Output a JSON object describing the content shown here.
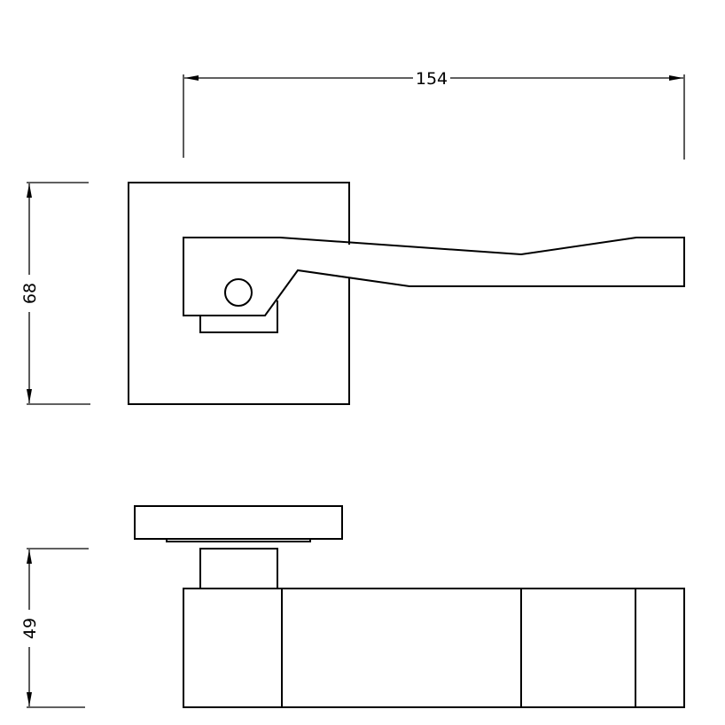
{
  "dimensions": {
    "width_label": "154",
    "height_label": "68",
    "depth_label": "49"
  },
  "colors": {
    "line": "#000000",
    "background": "#ffffff"
  }
}
